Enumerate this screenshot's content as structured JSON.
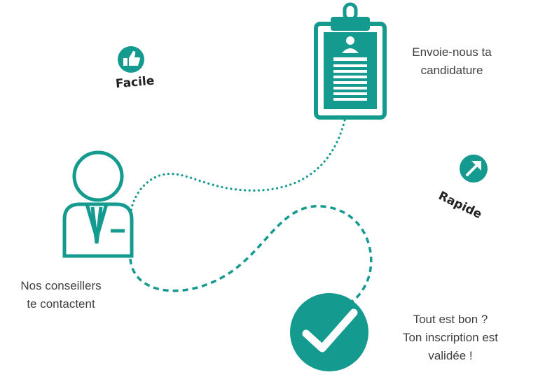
{
  "colors": {
    "teal": "#149a8f",
    "text": "#3f3f3f",
    "tag_text": "#222222"
  },
  "tags": {
    "easy": {
      "label": "Facile",
      "icon": "thumbs-up-icon"
    },
    "fast": {
      "label": "Rapide",
      "icon": "arrow-up-right-icon"
    }
  },
  "steps": {
    "application": {
      "icon": "clipboard-resume-icon",
      "lines": [
        "Envoie-nous ta",
        "candidature"
      ]
    },
    "advisors": {
      "icon": "advisor-person-icon",
      "lines": [
        "Nos conseillers",
        "te contactent"
      ]
    },
    "validated": {
      "icon": "checkmark-circle-icon",
      "lines": [
        "Tout est bon ?",
        "Ton inscription est",
        "validée !"
      ]
    }
  }
}
